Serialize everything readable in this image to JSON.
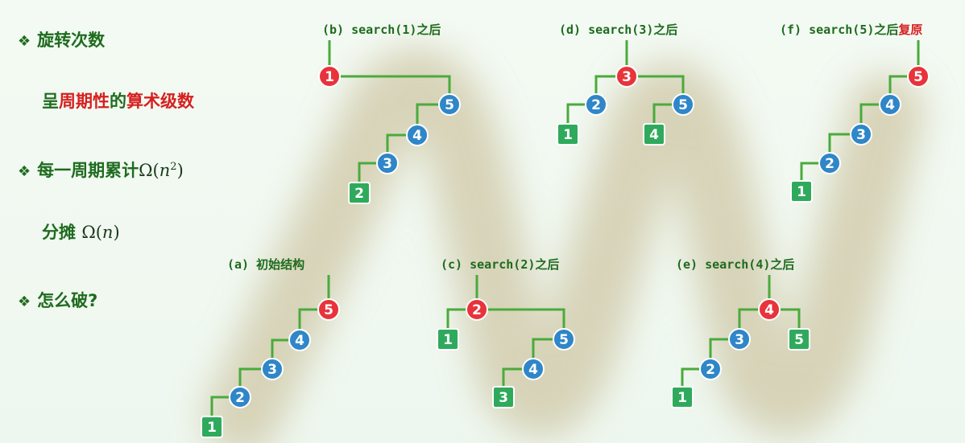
{
  "colors": {
    "edge": "#4aaa3c",
    "node_red": "#e8333a",
    "node_blue": "#2f86c8",
    "leaf_green": "#2faa5c",
    "text_green": "#1e6b1e",
    "text_red": "#d62020"
  },
  "notes": {
    "b1_mark": "❖",
    "b1_text": "旋转次数",
    "l2_a": "呈",
    "l2_b": "周期性",
    "l2_c": "的",
    "l2_d": "算术级数",
    "b2_mark": "❖",
    "b2_text": "每一周期累计",
    "b2_math_a": "Ω(",
    "b2_math_n": "n",
    "b2_math_exp": "2",
    "b2_math_c": ")",
    "l4_text": "分摊",
    "l4_math_a": "Ω(",
    "l4_math_n": "n",
    "l4_math_c": ")",
    "b3_mark": "❖",
    "b3_text": "怎么破?"
  },
  "captions": {
    "a": "(a) 初始结构",
    "b": "(b) search(1)之后",
    "c": "(c) search(2)之后",
    "d": "(d) search(3)之后",
    "e": "(e) search(4)之后",
    "f_prefix": "(f) search(5)之后",
    "f_suffix": "复原"
  },
  "trees": [
    {
      "id": "a",
      "root": "5",
      "nodes": [
        {
          "label": "5",
          "kind": "red"
        },
        {
          "label": "4",
          "kind": "blue"
        },
        {
          "label": "3",
          "kind": "blue"
        },
        {
          "label": "2",
          "kind": "blue"
        },
        {
          "label": "1",
          "kind": "leaf"
        }
      ]
    },
    {
      "id": "b",
      "root": "1",
      "nodes": [
        {
          "label": "1",
          "kind": "red"
        },
        {
          "label": "5",
          "kind": "blue"
        },
        {
          "label": "4",
          "kind": "blue"
        },
        {
          "label": "3",
          "kind": "blue"
        },
        {
          "label": "2",
          "kind": "leaf"
        }
      ]
    },
    {
      "id": "c",
      "root": "2",
      "nodes": [
        {
          "label": "2",
          "kind": "red"
        },
        {
          "label": "1",
          "kind": "leaf"
        },
        {
          "label": "5",
          "kind": "blue"
        },
        {
          "label": "4",
          "kind": "blue"
        },
        {
          "label": "3",
          "kind": "leaf"
        }
      ]
    },
    {
      "id": "d",
      "root": "3",
      "nodes": [
        {
          "label": "3",
          "kind": "red"
        },
        {
          "label": "2",
          "kind": "blue"
        },
        {
          "label": "5",
          "kind": "blue"
        },
        {
          "label": "1",
          "kind": "leaf"
        },
        {
          "label": "4",
          "kind": "leaf"
        }
      ]
    },
    {
      "id": "e",
      "root": "4",
      "nodes": [
        {
          "label": "4",
          "kind": "red"
        },
        {
          "label": "3",
          "kind": "blue"
        },
        {
          "label": "5",
          "kind": "leaf"
        },
        {
          "label": "2",
          "kind": "blue"
        },
        {
          "label": "1",
          "kind": "leaf"
        }
      ]
    },
    {
      "id": "f",
      "root": "5",
      "nodes": [
        {
          "label": "5",
          "kind": "red"
        },
        {
          "label": "4",
          "kind": "blue"
        },
        {
          "label": "3",
          "kind": "blue"
        },
        {
          "label": "2",
          "kind": "blue"
        },
        {
          "label": "1",
          "kind": "leaf"
        }
      ]
    }
  ]
}
